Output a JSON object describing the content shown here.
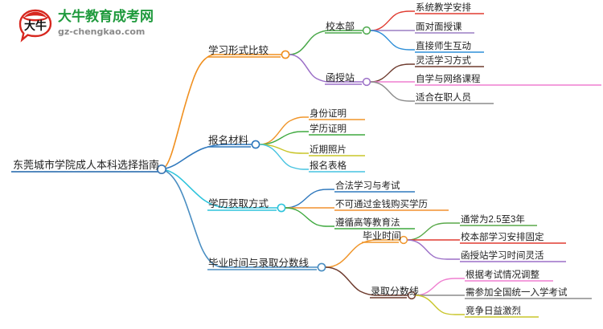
{
  "logo": {
    "mark_text": "大牛",
    "title": "大牛教育成考网",
    "subtitle": "gz-chengkao.com",
    "title_color": "#1f9a3d",
    "mark_color": "#d7271f",
    "subtitle_color": "#8a8a8a"
  },
  "mindmap": {
    "root": {
      "label": "东莞城市学院成人本科选择指南",
      "color": "#3b78b5"
    },
    "branches": [
      {
        "label": "学习形式比较",
        "color": "#f09020",
        "children": [
          {
            "label": "校本部",
            "color": "#4aa84a",
            "children": [
              {
                "label": "系统教学安排",
                "color": "#e03c31"
              },
              {
                "label": "面对面授课",
                "color": "#9b7fc4"
              },
              {
                "label": "直接师生互动",
                "color": "#2f8fd8"
              }
            ]
          },
          {
            "label": "函授站",
            "color": "#9b6fc7",
            "children": [
              {
                "label": "灵活学习方式",
                "color": "#6e3b2e"
              },
              {
                "label": "自学与网络课程",
                "color": "#ef7fd0"
              },
              {
                "label": "适合在职人员",
                "color": "#8b8b8b"
              }
            ]
          }
        ]
      },
      {
        "label": "报名材料",
        "color": "#2f78bd",
        "children": [
          {
            "label": "身份证明",
            "color": "#f0952a"
          },
          {
            "label": "学历证明",
            "color": "#3fa93f"
          },
          {
            "label": "近期照片",
            "color": "#c9c52a"
          },
          {
            "label": "报名表格",
            "color": "#46c3e0"
          }
        ]
      },
      {
        "label": "学历获取方式",
        "color": "#2ec4dc",
        "children": [
          {
            "label": "合法学习与考试",
            "color": "#2f78bd"
          },
          {
            "label": "不可通过金钱购买学历",
            "color": "#f2912e"
          },
          {
            "label": "遵循高等教育法",
            "color": "#3fa93f"
          }
        ]
      },
      {
        "label": "毕业时间与录取分数线",
        "color": "#4a8ec2",
        "children": [
          {
            "label": "毕业时间",
            "color": "#f0952a",
            "children": [
              {
                "label": "通常为2.5至3年",
                "color": "#5aa94a"
              },
              {
                "label": "校本部学习安排固定",
                "color": "#e03c31"
              },
              {
                "label": "函授站学习时间灵活",
                "color": "#9b6fc7"
              }
            ]
          },
          {
            "label": "录取分数线",
            "color": "#6e3b2e",
            "children": [
              {
                "label": "根据考试情况调整",
                "color": "#ef7fd0"
              },
              {
                "label": "需参加全国统一入学考试",
                "color": "#8b8b8b"
              },
              {
                "label": "竞争日益激烈",
                "color": "#c9c52a"
              }
            ]
          }
        ]
      }
    ]
  }
}
